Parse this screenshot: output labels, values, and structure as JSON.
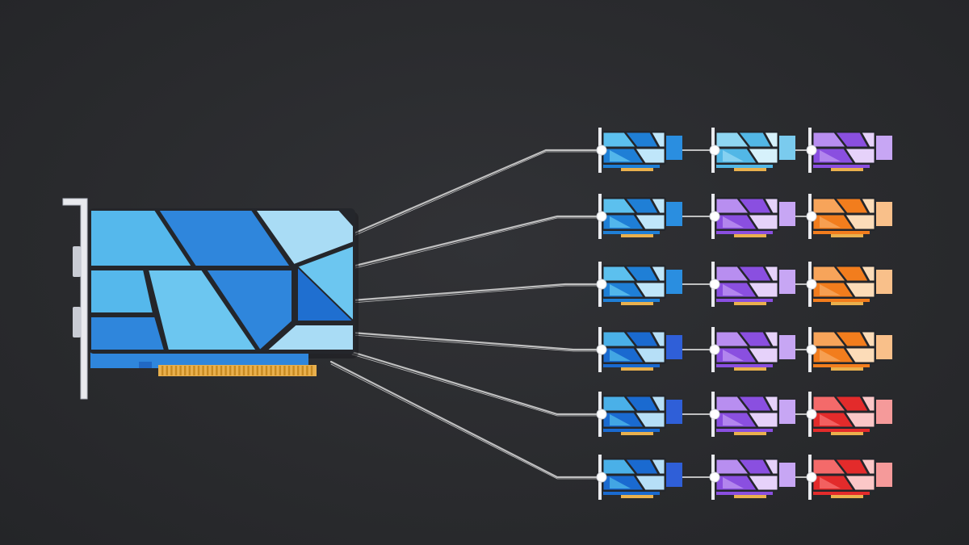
{
  "diagram": {
    "main_card": {
      "kind": "gpu-card",
      "palette": [
        "#55b8ec",
        "#2f86dc",
        "#a9dcf5",
        "#6cc6f0",
        "#1f6fd0"
      ]
    },
    "palettes": {
      "blue": {
        "light": "#bfe6fa",
        "mid": "#5cc0ee",
        "dark": "#1f7fd6",
        "end": "#2a8ee0"
      },
      "blue_deep": {
        "light": "#b6dff7",
        "mid": "#4ab0e8",
        "dark": "#1a6ad0",
        "end": "#2f5fd8"
      },
      "cyan": {
        "light": "#d6f1fb",
        "mid": "#8fd6f2",
        "dark": "#52b7e6",
        "end": "#7acbee"
      },
      "purple": {
        "light": "#e6d2fa",
        "mid": "#b88ef0",
        "dark": "#8a4fe0",
        "end": "#c7a6f4"
      },
      "orange": {
        "light": "#fcdcb8",
        "mid": "#f7a45a",
        "dark": "#f27d1d",
        "end": "#f9c08a"
      },
      "red": {
        "light": "#fbc7c7",
        "mid": "#f46a6a",
        "dark": "#e32b2b",
        "end": "#f59a9a"
      }
    },
    "grid": {
      "rows": [
        [
          "blue",
          "cyan",
          "purple"
        ],
        [
          "blue",
          "purple",
          "orange"
        ],
        [
          "blue",
          "purple",
          "orange"
        ],
        [
          "blue_deep",
          "purple",
          "orange"
        ],
        [
          "blue_deep",
          "purple",
          "red"
        ],
        [
          "blue_deep",
          "purple",
          "red"
        ]
      ]
    },
    "colors": {
      "background": "#2b2c2f",
      "link": "#d9d9d9",
      "bracket": "#e9eaee",
      "connector_gold": "#e9b04d",
      "outline": "#24262b"
    }
  }
}
